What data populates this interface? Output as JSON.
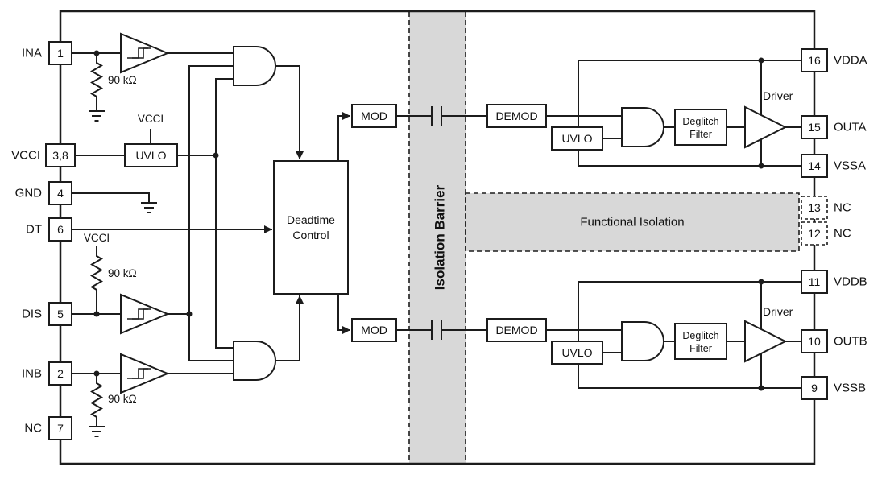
{
  "colors": {
    "line": "#1c1c1c",
    "band_gray": "#d8d8d8",
    "background": "#ffffff"
  },
  "left_pins": [
    {
      "label": "INA",
      "num": "1"
    },
    {
      "label": "VCCI",
      "num": "3,8"
    },
    {
      "label": "GND",
      "num": "4"
    },
    {
      "label": "DT",
      "num": "6"
    },
    {
      "label": "DIS",
      "num": "5"
    },
    {
      "label": "INB",
      "num": "2"
    },
    {
      "label": "NC",
      "num": "7"
    }
  ],
  "right_pins": [
    {
      "num": "16",
      "label": "VDDA"
    },
    {
      "num": "15",
      "label": "OUTA"
    },
    {
      "num": "14",
      "label": "VSSA"
    },
    {
      "num": "13",
      "label": "NC"
    },
    {
      "num": "12",
      "label": "NC"
    },
    {
      "num": "11",
      "label": "VDDB"
    },
    {
      "num": "10",
      "label": "OUTB"
    },
    {
      "num": "9",
      "label": "VSSB"
    }
  ],
  "blocks": {
    "uvlo": "UVLO",
    "mod": "MOD",
    "demod": "DEMOD",
    "deadtime_line1": "Deadtime",
    "deadtime_line2": "Control",
    "deglitch_line1": "Deglitch",
    "deglitch_line2": "Filter",
    "driver": "Driver",
    "isolation_barrier": "Isolation Barrier",
    "functional_isolation": "Functional Isolation"
  },
  "labels": {
    "vcci": "VCCI",
    "resistor": "90 kΩ"
  }
}
